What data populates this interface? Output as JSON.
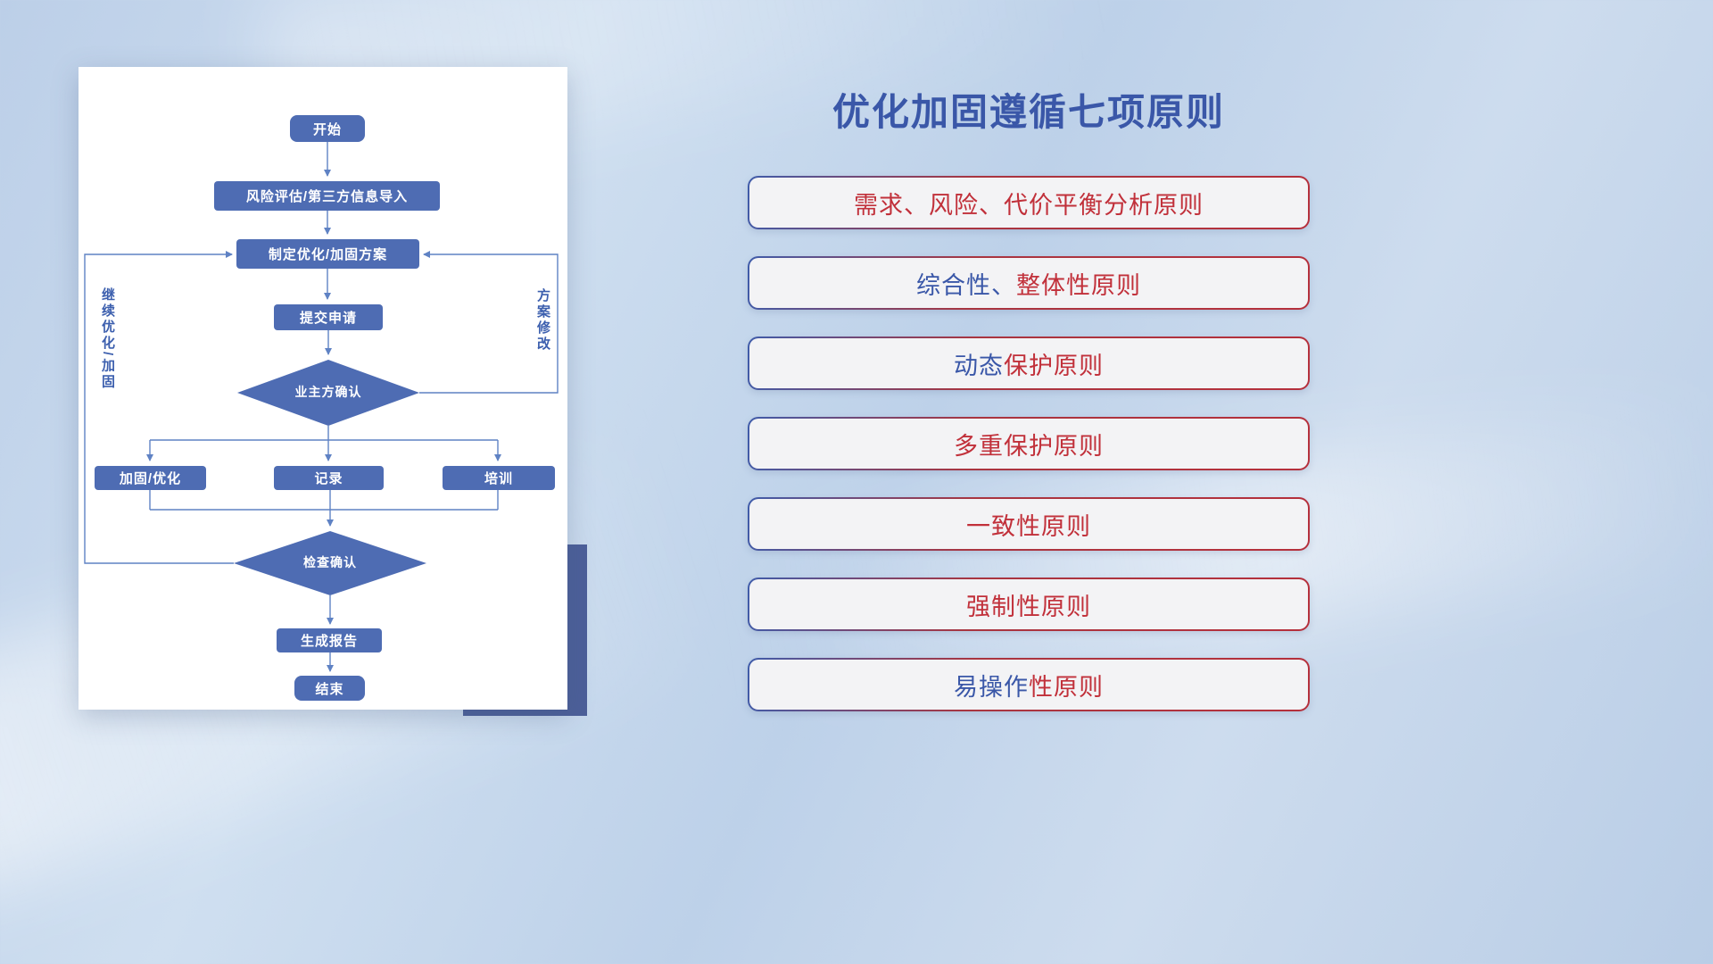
{
  "flowchart": {
    "nodes": {
      "start": "开始",
      "risk_import": "风险评估/第三方信息导入",
      "make_plan": "制定优化/加固方案",
      "submit": "提交申请",
      "owner_confirm": "业主方确认",
      "reinforce": "加固/优化",
      "record": "记录",
      "train": "培训",
      "check_confirm": "检查确认",
      "report": "生成报告",
      "end": "结束"
    },
    "loop_labels": {
      "continue_optimize": "继续优化/加固",
      "plan_modify": "方案修改"
    }
  },
  "principles_title": "优化加固遵循七项原则",
  "principles": [
    {
      "blue": "",
      "red": "需求、风险、代价平衡分析原则"
    },
    {
      "blue": "综合性、",
      "red": "整体性原则"
    },
    {
      "blue": "动态",
      "red": "保护原则"
    },
    {
      "blue": "",
      "red": "多重保护原则"
    },
    {
      "blue": "",
      "red": "一致性原则"
    },
    {
      "blue": "",
      "red": "强制性原则"
    },
    {
      "blue": "易操作",
      "red": "性原则"
    }
  ],
  "colors": {
    "node_blue": "#4e6cb3",
    "connector_blue": "#5f82c4",
    "accent_block_blue": "#4c5f99",
    "title_blue": "#3a57a8",
    "principle_red": "#c1303a",
    "principle_blue": "#3a57a8",
    "card_background": "#ffffff"
  }
}
